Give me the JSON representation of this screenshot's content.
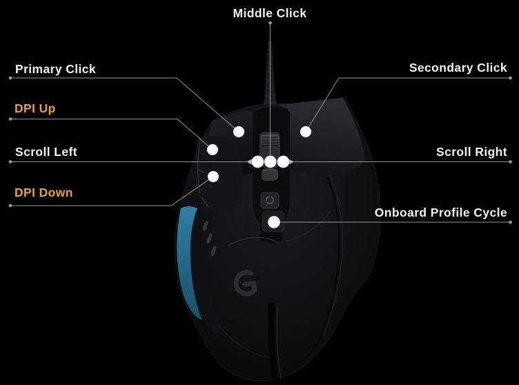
{
  "device": {
    "type": "gaming-mouse-button-diagram",
    "logo_glyph": "G"
  },
  "callouts": {
    "middle_click": "Middle Click",
    "primary_click": "Primary Click",
    "secondary_click": "Secondary Click",
    "dpi_up": "DPI Up",
    "scroll_left": "Scroll Left",
    "scroll_right": "Scroll Right",
    "dpi_down": "DPI Down",
    "onboard_profile_cycle": "Onboard Profile Cycle"
  },
  "markers": [
    "primary-click",
    "secondary-click",
    "dpi-up",
    "scroll-left",
    "middle-click",
    "scroll-right",
    "dpi-down",
    "onboard-profile-cycle"
  ],
  "colors": {
    "label-default": "#F2F2F2",
    "dpi-accent": "#EAA712",
    "callout-line": "#A3A3A3",
    "marker-fill": "#FFFFFF",
    "mouse-accent-blue": "#2B7494",
    "background": "#000000"
  }
}
